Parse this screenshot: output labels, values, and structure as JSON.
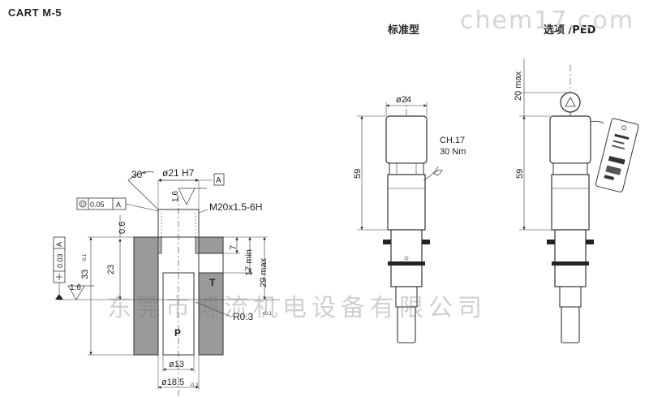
{
  "header": {
    "title": "CART  M-5",
    "standard_label": "标准型",
    "ped_label": "选项 /PED"
  },
  "watermarks": {
    "top": "chem17.com",
    "bottom": "东莞市博流机电设备有限公司"
  },
  "cavity": {
    "angle": "30°",
    "bore_dia": "ø21 H7",
    "datum_ref": "A",
    "tol_value": "0.05",
    "tol_datum": "A",
    "rough_top": "1.6",
    "thread": "M20x1.5-6H",
    "dim_06": "0.6",
    "dim_23": "23",
    "dim_33": "33",
    "dim_33_tol": "-0.1",
    "dim_7": "7",
    "dim_17min": "17 min",
    "dim_29max": "29 max",
    "rough_side": "1.6",
    "perp_value": "0.03",
    "perp_datum": "A",
    "port_t": "T",
    "port_p": "P",
    "radius": "R0.3",
    "radius_tol": "+0.1",
    "dia_13": "ø13",
    "dia_185": "ø18.5",
    "dia_185_tol": "-0.2"
  },
  "standard": {
    "dia_24": "ø24",
    "height_59": "59",
    "wrench_size": "CH.17",
    "torque": "30 Nm"
  },
  "ped": {
    "height_20max": "20 max",
    "height_59": "59"
  }
}
